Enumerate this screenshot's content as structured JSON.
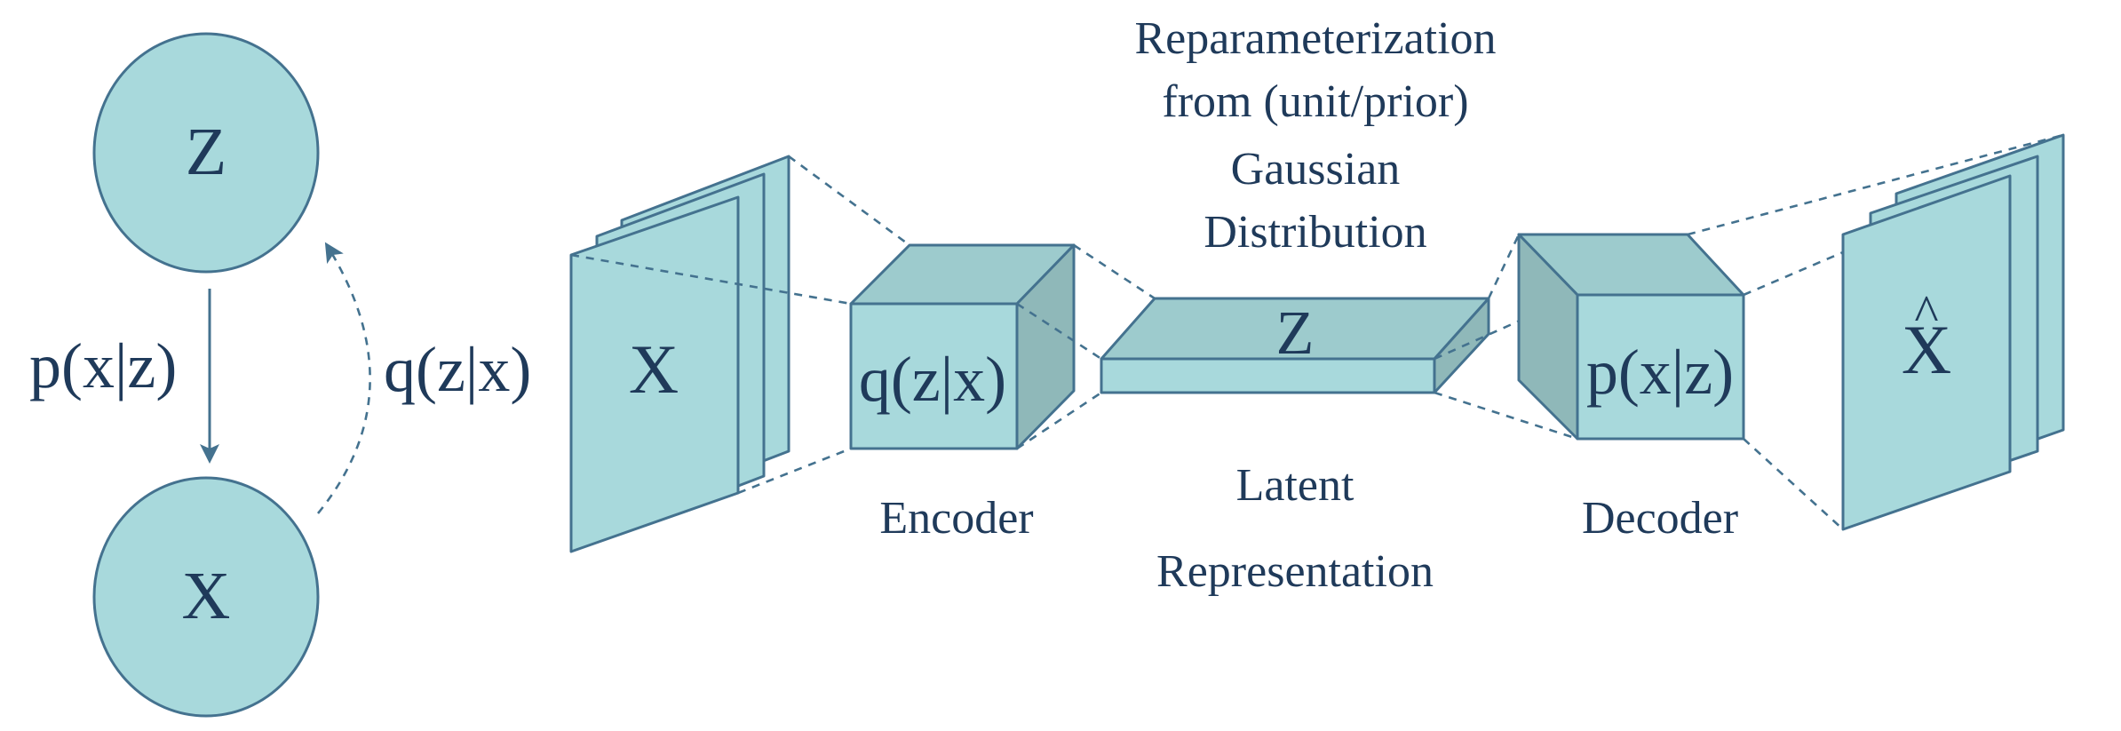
{
  "graphical_model": {
    "z_node": "Z",
    "x_node": "X",
    "generative_label": "p(x|z)",
    "inference_label": "q(z|x)"
  },
  "network": {
    "input_label": "X",
    "encoder_block_label": "q(z|x)",
    "encoder_caption": "Encoder",
    "latent_label": "Z",
    "reparam_caption": [
      "Reparameterization",
      "from (unit/prior)",
      "Gaussian",
      "Distribution"
    ],
    "latent_caption": [
      "Latent",
      "Representation"
    ],
    "decoder_block_label": "p(x|z)",
    "decoder_caption": "Decoder",
    "output_label": "X",
    "output_hat": "^"
  },
  "colors": {
    "fill": "#a8d9dc",
    "stroke": "#44728f",
    "text": "#1f3a5a"
  }
}
